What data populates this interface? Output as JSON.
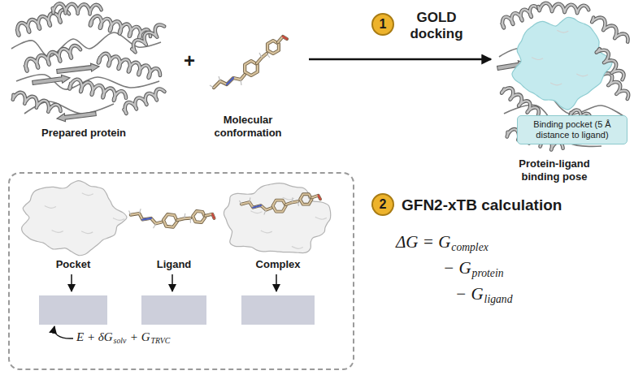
{
  "diagram": {
    "nodes": [
      {
        "text": [
          "1"
        ]
      },
      {
        "text": [
          "Binding pocket (5 Å distance to ligand)"
        ]
      },
      {
        "text": [
          "Pocket",
          "Ligand",
          "Complex"
        ]
      },
      {
        "text": [
          "G",
          "protein"
        ],
        "in": 2
      },
      {
        "text": [
          "G",
          "ligand"
        ],
        "in": 2
      },
      {
        "text": [
          "G",
          "complex"
        ],
        "in": 2
      },
      {
        "text": [
          "2"
        ]
      }
    ],
    "labels": [
      "Prepared protein",
      "+",
      "Molecular conformation",
      "GOLD docking",
      "Protein-ligand binding pose",
      "E + δG",
      "solv",
      "+ G",
      "TRVC",
      "GFN2-xTB calculation",
      "ΔG = G",
      "complex",
      "− G",
      "protein",
      "− G",
      "ligand"
    ]
  }
}
